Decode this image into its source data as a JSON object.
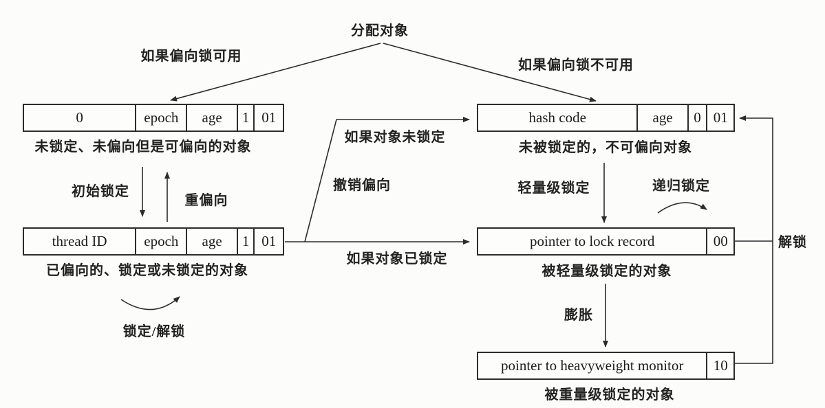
{
  "diagram": {
    "title": "分配对象",
    "edge_labels": {
      "bias_available": "如果偏向锁可用",
      "bias_unavailable": "如果偏向锁不可用",
      "initial_lock": "初始锁定",
      "rebias": "重偏向",
      "lock_unlock": "锁定/解锁",
      "if_object_unlocked": "如果对象未锁定",
      "revoke_bias": "撤销偏向",
      "if_object_locked": "如果对象已锁定",
      "lightweight_lock": "轻量级锁定",
      "recursive_lock": "递归锁定",
      "inflate": "膨胀",
      "unlock": "解锁"
    },
    "boxes": {
      "biasable": {
        "cells": [
          "0",
          "epoch",
          "age",
          "1",
          "01"
        ],
        "caption": "未锁定、未偏向但是可偏向的对象"
      },
      "biased": {
        "cells": [
          "thread ID",
          "epoch",
          "age",
          "1",
          "01"
        ],
        "caption": "已偏向的、锁定或未锁定的对象"
      },
      "unlocked_nonbiasable": {
        "cells": [
          "hash code",
          "age",
          "0",
          "01"
        ],
        "caption": "未被锁定的，不可偏向对象"
      },
      "lightweight_locked": {
        "cells": [
          "pointer to lock record",
          "00"
        ],
        "caption": "被轻量级锁定的对象"
      },
      "heavyweight_locked": {
        "cells": [
          "pointer to heavyweight monitor",
          "10"
        ],
        "caption": "被重量级锁定的对象"
      }
    },
    "colors": {
      "line": "#2c2c2c",
      "background": "#fcfcfa",
      "text": "#1d1d1d"
    }
  }
}
